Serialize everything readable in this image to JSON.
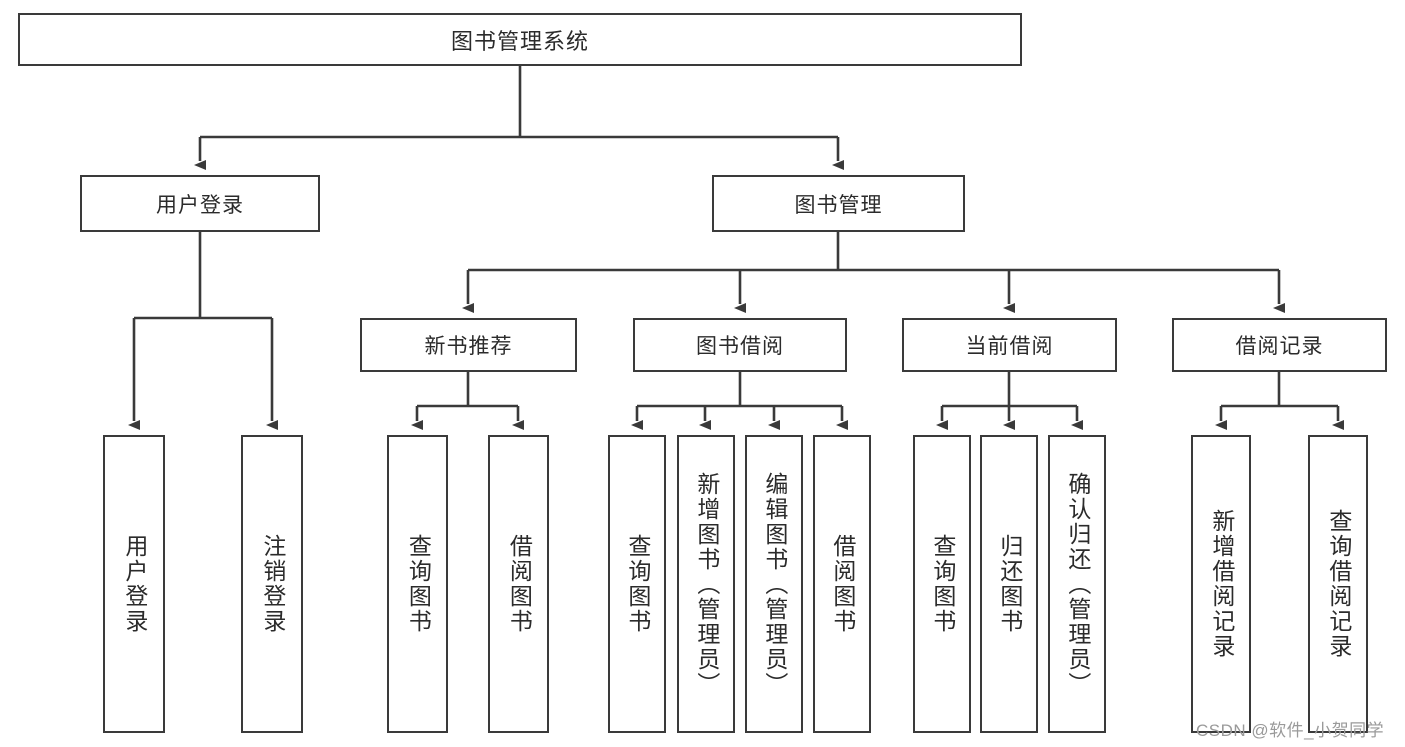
{
  "diagram": {
    "type": "tree",
    "title": "图书管理系统",
    "root": {
      "label": "图书管理系统"
    },
    "level1": [
      {
        "id": "user-login",
        "label": "用户登录"
      },
      {
        "id": "book-manage",
        "label": "图书管理"
      }
    ],
    "level2": [
      {
        "id": "new-book-rec",
        "label": "新书推荐",
        "parent": "book-manage"
      },
      {
        "id": "book-borrow",
        "label": "图书借阅",
        "parent": "book-manage"
      },
      {
        "id": "current-borrow",
        "label": "当前借阅",
        "parent": "book-manage"
      },
      {
        "id": "borrow-record",
        "label": "借阅记录",
        "parent": "book-manage"
      }
    ],
    "leaves": {
      "user_login": [
        {
          "label": "用户登录"
        },
        {
          "label": "注销登录"
        }
      ],
      "new_book_rec": [
        {
          "label": "查询图书"
        },
        {
          "label": "借阅图书"
        }
      ],
      "book_borrow": [
        {
          "label": "查询图书"
        },
        {
          "label": "新增图书（管理员）"
        },
        {
          "label": "编辑图书（管理员）"
        },
        {
          "label": "借阅图书"
        }
      ],
      "current_borrow": [
        {
          "label": "查询图书"
        },
        {
          "label": "归还图书"
        },
        {
          "label": "确认归还（管理员）"
        }
      ],
      "borrow_record": [
        {
          "label": "新增借阅记录"
        },
        {
          "label": "查询借阅记录"
        }
      ]
    }
  },
  "watermark": {
    "text": "CSDN @软件_小贺同学"
  },
  "colors": {
    "stroke": "#3a3a3a",
    "text": "#2b2b2b",
    "background": "#ffffff",
    "watermark": "#9a9a9a"
  }
}
